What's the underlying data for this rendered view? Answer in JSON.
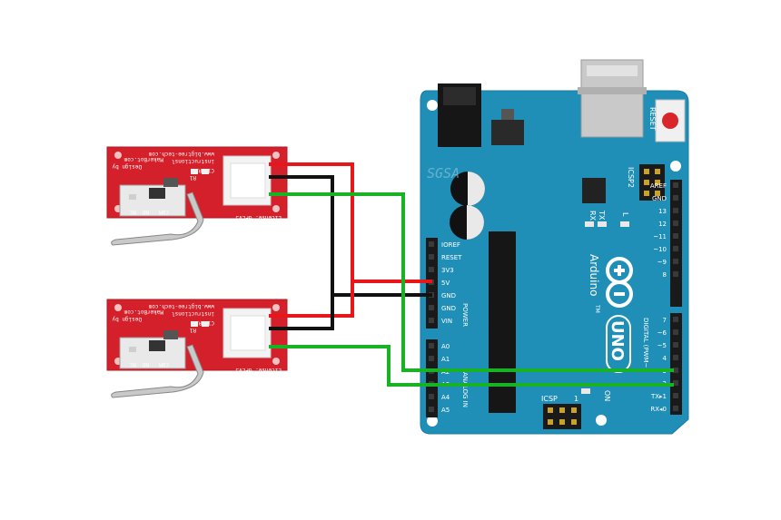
{
  "board": {
    "brand": "Arduino",
    "model": "UNO",
    "trademark": "TM",
    "reset_label": "RESET",
    "icsp2_label": "ICSP2",
    "icsp_label": "ICSP",
    "icsp_pin": "1",
    "tx_label": "TX",
    "rx_label": "RX",
    "l_label": "L",
    "on_label": "ON",
    "power_header_label": "POWER",
    "analog_header_label": "ANALOG IN",
    "digital_header_label": "DIGITAL (PWM~)",
    "power_pins": [
      "IOREF",
      "RESET",
      "3V3",
      "5V",
      "GND",
      "GND",
      "VIN"
    ],
    "analog_pins": [
      "A0",
      "A1",
      "A2",
      "A3",
      "A4",
      "A5"
    ],
    "digital_top_pins": [
      "AREF",
      "GND",
      "13",
      "12",
      "~11",
      "~10",
      "~9",
      "8"
    ],
    "digital_bottom_pins": [
      "7",
      "~6",
      "~5",
      "4",
      "~3",
      "2",
      "TX▸1",
      "RX◂0"
    ],
    "watermark": "SGSA"
  },
  "switch_module": {
    "silk_top_1": "www.bigtree-tech.com",
    "silk_top_2": "MakerBot.com",
    "silk_top_3": "Design by",
    "silk_top_4": "instructionsl",
    "silk_c1": "C1",
    "silk_r2": "R2",
    "silk_r1": "R1",
    "silk_license": "License: GPLv3",
    "silk_nc": "NC",
    "silk_no": "NO",
    "silk_com": "COM"
  },
  "wires": {
    "red_color": "#e8151b",
    "black_color": "#111111",
    "green_color": "#17b325"
  }
}
